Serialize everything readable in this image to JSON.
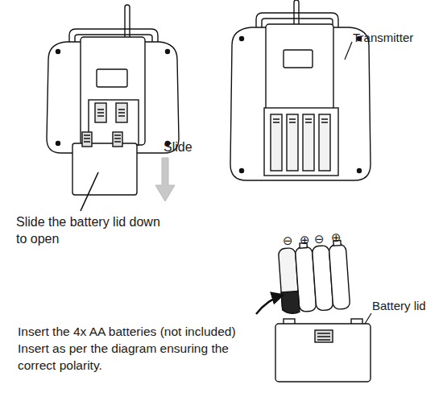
{
  "diagram": {
    "labels": [
      "Slide",
      "Transmitter",
      "Slide the battery lid down to open",
      "⊖",
      "⊕",
      "⊖",
      "⊕",
      "Battery lid",
      "Insert the 4x AA batteries (not included)",
      "Insert as per the diagram ensuring the correct polarity."
    ]
  }
}
